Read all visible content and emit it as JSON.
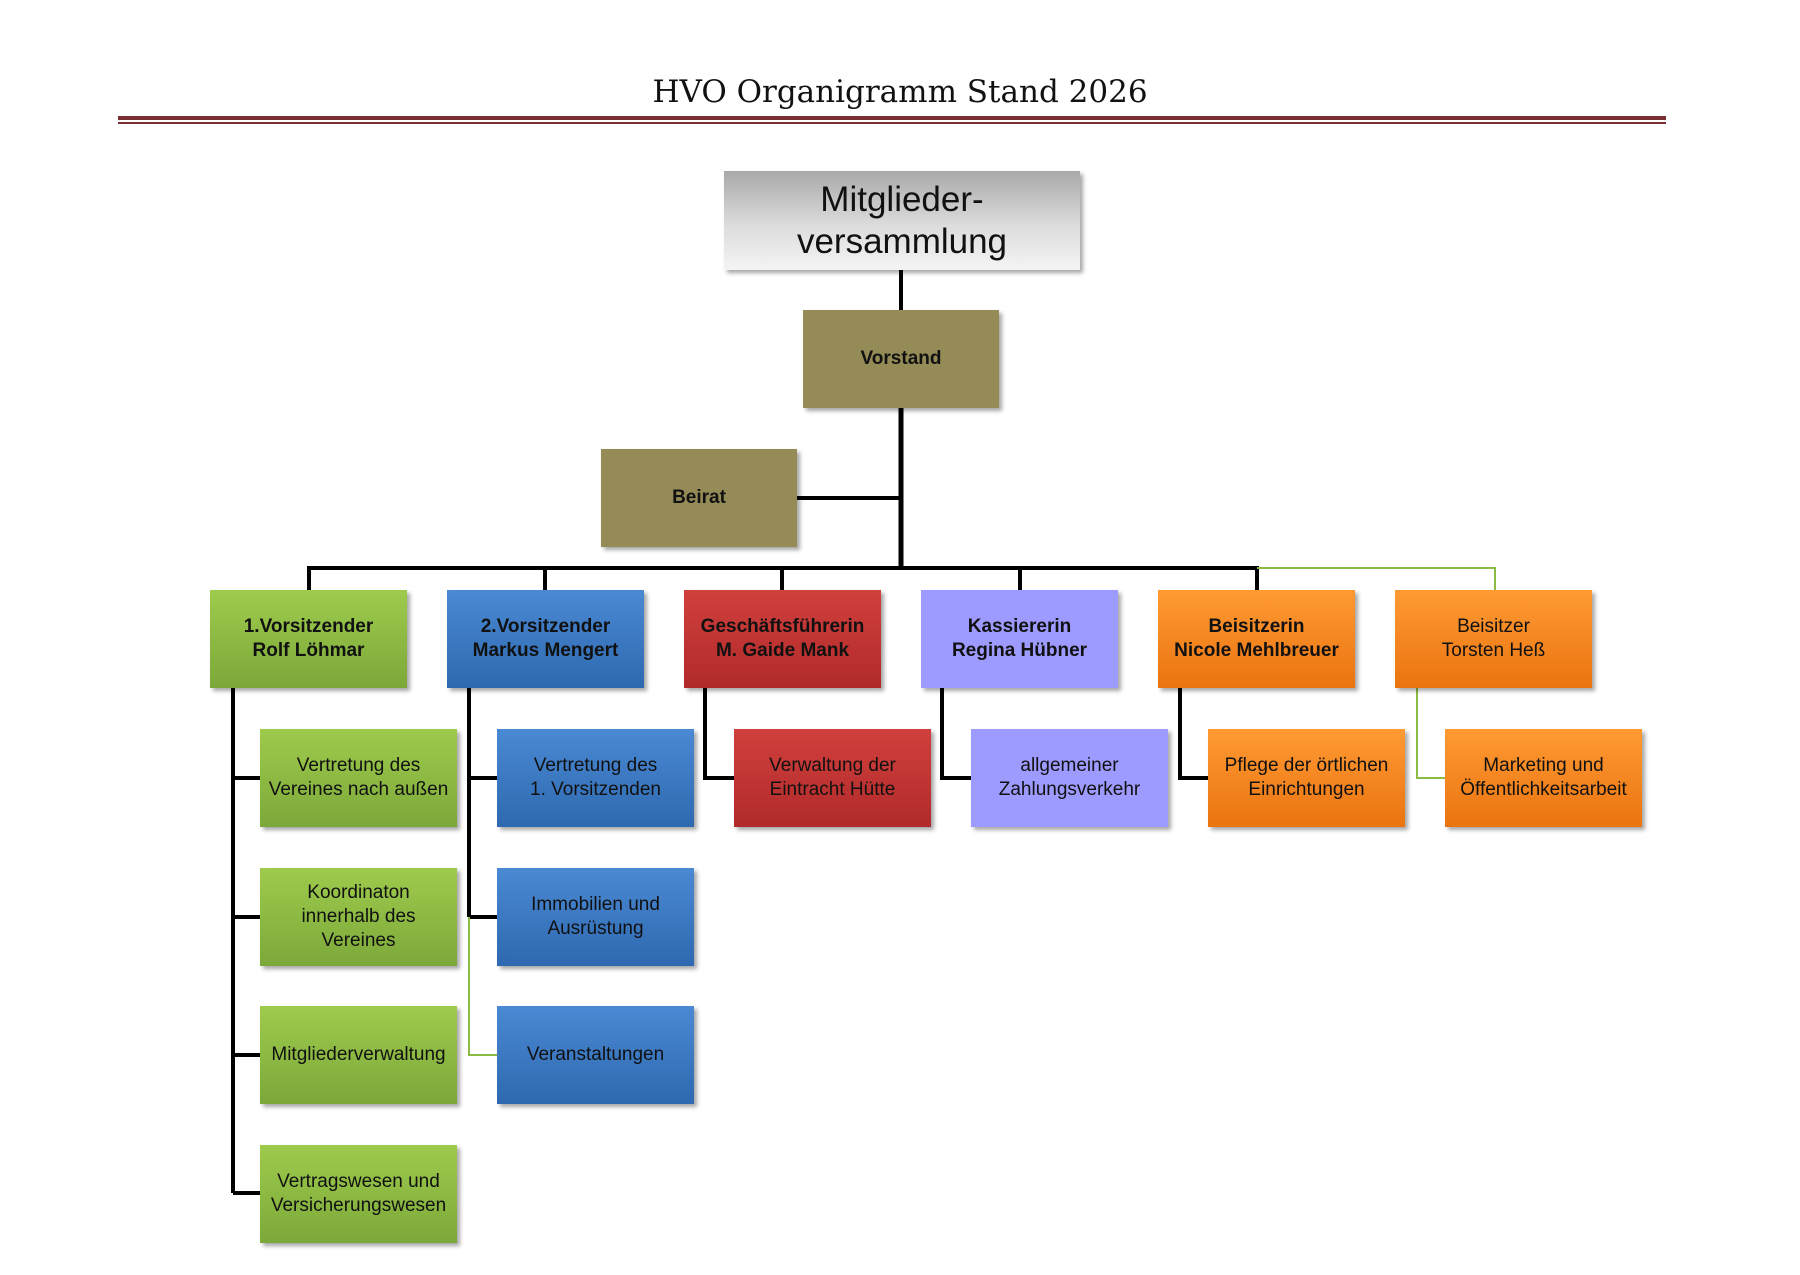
{
  "document": {
    "title": "HVO Organigramm Stand 2026"
  },
  "top": {
    "line1": "Mitglieder-",
    "line2": "versammlung"
  },
  "vorstand": {
    "label": "Vorstand"
  },
  "beirat": {
    "label": "Beirat"
  },
  "members": [
    {
      "role": "1.Vorsitzender",
      "name": "Rolf Löhmar"
    },
    {
      "role": "2.Vorsitzender",
      "name": "Markus Mengert"
    },
    {
      "role": "Geschäftsführerin",
      "name": "M. Gaide Mank"
    },
    {
      "role": "Kassiererin",
      "name": "Regina Hübner"
    },
    {
      "role": "Beisitzerin",
      "name": "Nicole Mehlbreuer"
    },
    {
      "role": "Beisitzer",
      "name": "Torsten Heß"
    }
  ],
  "tasks": {
    "vorsitz1": [
      {
        "line1": "Vertretung des",
        "line2": "Vereines nach außen"
      },
      {
        "line1": "Koordinaton",
        "line2": "innerhalb des",
        "line3": "Vereines"
      },
      {
        "line1": "Mitgliederverwaltung"
      },
      {
        "line1": "Vertragswesen und",
        "line2": "Versicherungswesen"
      }
    ],
    "vorsitz2": [
      {
        "line1": "Vertretung des",
        "line2": "1. Vorsitzenden"
      },
      {
        "line1": "Immobilien und",
        "line2": "Ausrüstung"
      },
      {
        "line1": "Veranstaltungen"
      }
    ],
    "gf": [
      {
        "line1": "Verwaltung der",
        "line2": "Eintracht Hütte"
      }
    ],
    "kasse": [
      {
        "line1": "allgemeiner",
        "line2": "Zahlungsverkehr"
      }
    ],
    "beisitzerin": [
      {
        "line1": "Pflege der örtlichen",
        "line2": "Einrichtungen"
      }
    ],
    "beisitzer": [
      {
        "line1": "Marketing und",
        "line2": "Öffentlichkeitsarbeit"
      }
    ]
  },
  "colors": {
    "title_rule": "#7a2f34",
    "olive": "#958b57",
    "green": "#8bbb43",
    "blue": "#3a78c2",
    "red": "#c43535",
    "purple": "#9d9bff",
    "orange": "#f58220"
  }
}
